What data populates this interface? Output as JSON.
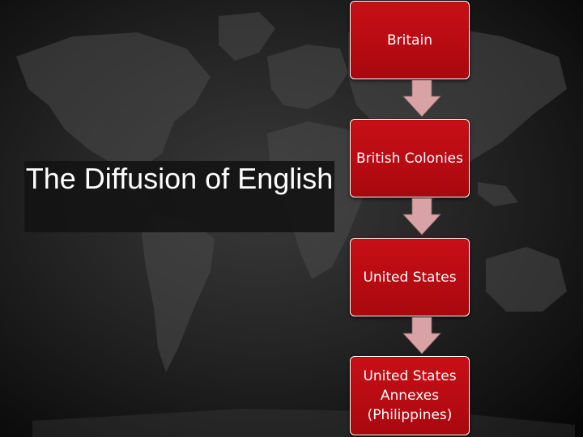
{
  "slide": {
    "title": "The Diffusion of English"
  },
  "flow": {
    "steps": [
      "Britain",
      "British Colonies",
      "United States",
      "United States\nAnnexes\n(Philippines)"
    ]
  },
  "colors": {
    "box_fill": "#c00c12",
    "box_border": "#ffffff",
    "arrow_fill": "#d9a3a5",
    "text": "#ffffff",
    "background": "#1c1c1c"
  }
}
